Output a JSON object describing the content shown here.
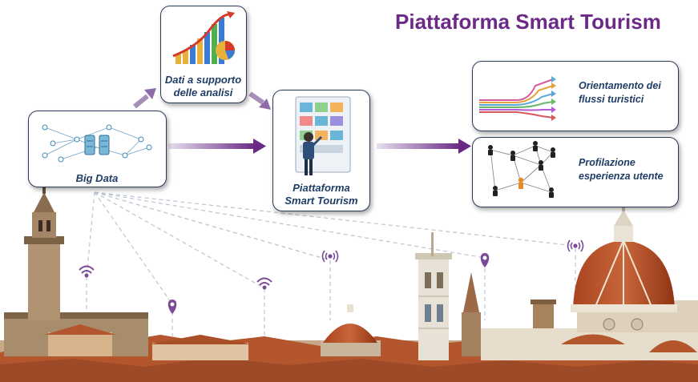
{
  "title": "Piattaforma Smart Tourism",
  "nodes": {
    "big_data": "Big Data",
    "dati": [
      "Dati a supporto",
      "delle analisi"
    ],
    "piattaforma": [
      "Piattaforma",
      "Smart Tourism"
    ],
    "orientamento": [
      "Orientamento dei",
      "flussi turistici"
    ],
    "profilazione": [
      "Profilazione",
      "esperienza utente"
    ]
  },
  "colors": {
    "title": "#6a2a86",
    "arrow": "#6a2a86",
    "label": "#1f3d66",
    "card_border": "#2b3a57",
    "rooftops": "#b3562d",
    "stone": "#c9b8a0"
  },
  "icons": [
    "bar-chart-icon",
    "network-icon",
    "touchscreen-user-icon",
    "flow-lines-icon",
    "user-network-icon",
    "wifi-icon",
    "location-pin-icon"
  ]
}
